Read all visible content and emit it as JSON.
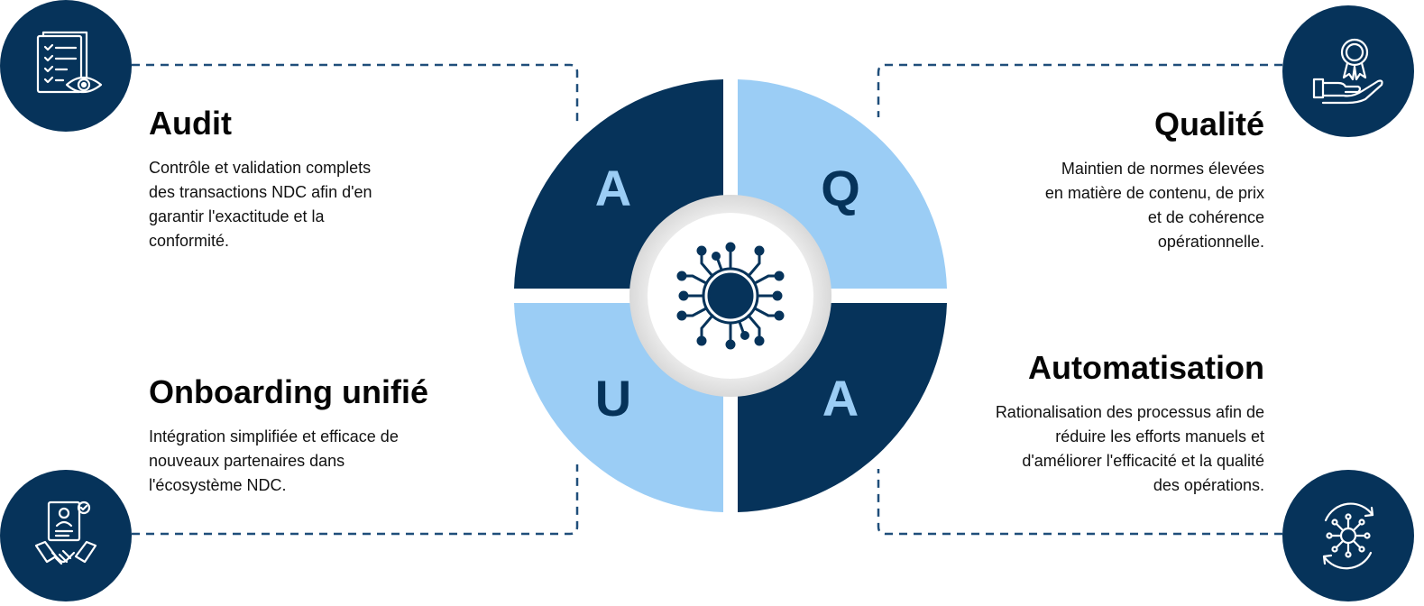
{
  "wheel": {
    "letters": {
      "top_left": "A",
      "top_right": "Q",
      "bottom_left": "U",
      "bottom_right": "A"
    },
    "center_icon": "circuit-chip-icon"
  },
  "sections": {
    "audit": {
      "title": "Audit",
      "lines": [
        "Contrôle et validation complets",
        "des transactions NDC afin d'en",
        "garantir l'exactitude et la",
        "conformité."
      ],
      "icon": "document-audit-eye-icon"
    },
    "onboarding": {
      "title": "Onboarding unifié",
      "lines": [
        "Intégration simplifiée et efficace de",
        "nouveaux partenaires dans",
        "l'écosystème NDC."
      ],
      "icon": "handshake-contract-icon"
    },
    "qualite": {
      "title": "Qualité",
      "lines": [
        "Maintien de normes élevées",
        "en matière de contenu, de prix",
        "et de cohérence",
        "opérationnelle."
      ],
      "icon": "quality-award-hand-icon"
    },
    "automatisation": {
      "title": "Automatisation",
      "lines": [
        "Rationalisation des processus afin de",
        "réduire les efforts manuels et",
        "d'améliorer l'efficacité et la qualité",
        "des opérations."
      ],
      "icon": "automation-cycle-icon"
    }
  },
  "colors": {
    "dark_navy": "#06335a",
    "light_blue": "#9bcdf5",
    "dashed_line": "#1f4e7a",
    "center_bg": "#f3f3f3"
  }
}
